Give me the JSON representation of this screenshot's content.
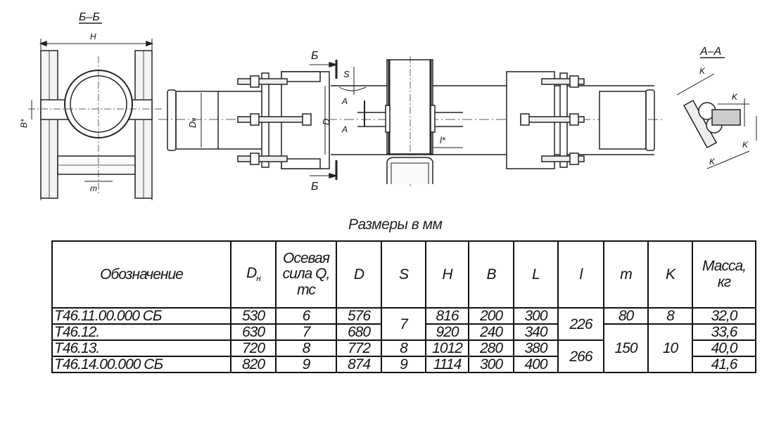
{
  "drawing": {
    "section_bb_title": "Б–Б",
    "section_aa_title": "А–А",
    "labels": {
      "H": "H",
      "B_star": "B*",
      "m": "m",
      "Dn_main": "D",
      "Dn_sub": "н",
      "D": "D",
      "S": "S",
      "A": "A",
      "B_cut": "Б",
      "l_star": "l*",
      "K": "K"
    }
  },
  "units_note": "Размеры в мм",
  "table": {
    "headers": {
      "designation": "Обозначение",
      "dn_main": "D",
      "dn_sub": "н",
      "q_lines": [
        "Осевая",
        "сила Q,",
        "тс"
      ],
      "d": "D",
      "s": "S",
      "h": "H",
      "b": "B",
      "L": "L",
      "l": "l",
      "m": "m",
      "k": "K",
      "mass_lines": [
        "Масса,",
        "кг"
      ]
    },
    "rows": [
      {
        "designation": "Т46.11.00.000 СБ",
        "dn": "530",
        "q": "6",
        "d": "576",
        "h": "816",
        "b": "200",
        "L": "300",
        "mass": "32,0"
      },
      {
        "designation": "Т46.12.",
        "dn": "630",
        "q": "7",
        "d": "680",
        "h": "920",
        "b": "240",
        "L": "340",
        "mass": "33,6"
      },
      {
        "designation": "Т46.13.",
        "dn": "720",
        "q": "8",
        "d": "772",
        "h": "1012",
        "b": "280",
        "L": "380",
        "mass": "40,0"
      },
      {
        "designation": "Т46.14.00.000 СБ",
        "dn": "820",
        "q": "9",
        "d": "874",
        "h": "1114",
        "b": "300",
        "L": "400",
        "mass": "41,6"
      }
    ],
    "merged": {
      "s": [
        "7",
        "8",
        "9"
      ],
      "l": [
        "226",
        "266"
      ],
      "m": [
        "80",
        "150"
      ],
      "k": [
        "8",
        "10"
      ]
    }
  }
}
